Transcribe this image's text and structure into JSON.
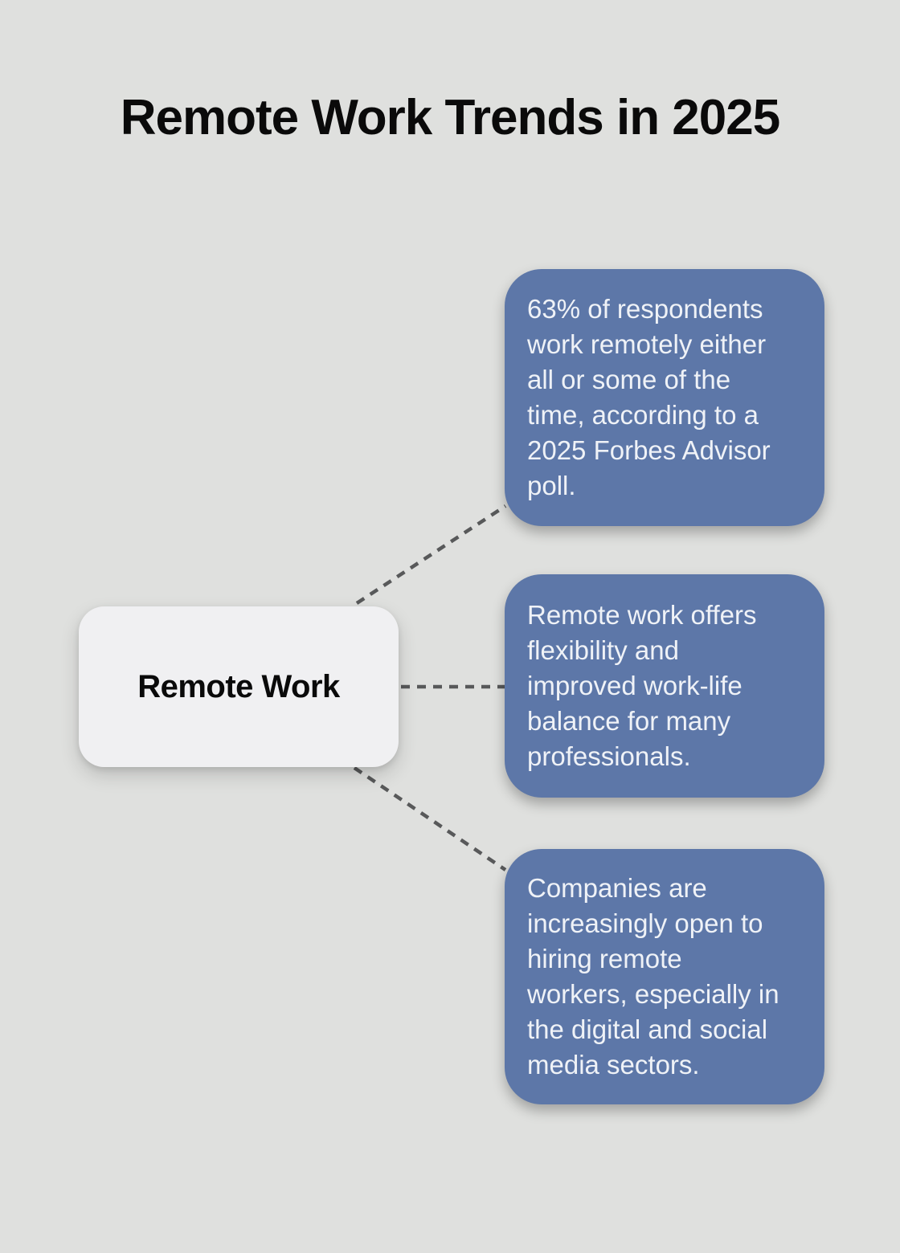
{
  "title": "Remote Work Trends in 2025",
  "center_node": {
    "label": "Remote Work"
  },
  "cards": [
    {
      "id": "forbes-poll-stat",
      "lines": [
        "63% of respondents",
        "work remotely either",
        "all or some of the",
        "time, according to a",
        "2025 Forbes Advisor",
        "poll."
      ]
    },
    {
      "id": "flexibility-benefit",
      "lines": [
        "Remote work offers",
        "flexibility and",
        "improved work-life",
        "balance for many",
        "professionals."
      ]
    },
    {
      "id": "hiring-openness",
      "lines": [
        "Companies are",
        "increasingly open to",
        "hiring remote",
        "workers, especially in",
        "the digital and social",
        "media sectors."
      ]
    }
  ],
  "colors": {
    "background": "#dfe0de",
    "card_blue": "#5d77a8",
    "card_text": "#eff2f7",
    "node_background": "#f0f0f2",
    "connector_gray": "#58595a",
    "title_text": "#0a0a0a"
  }
}
